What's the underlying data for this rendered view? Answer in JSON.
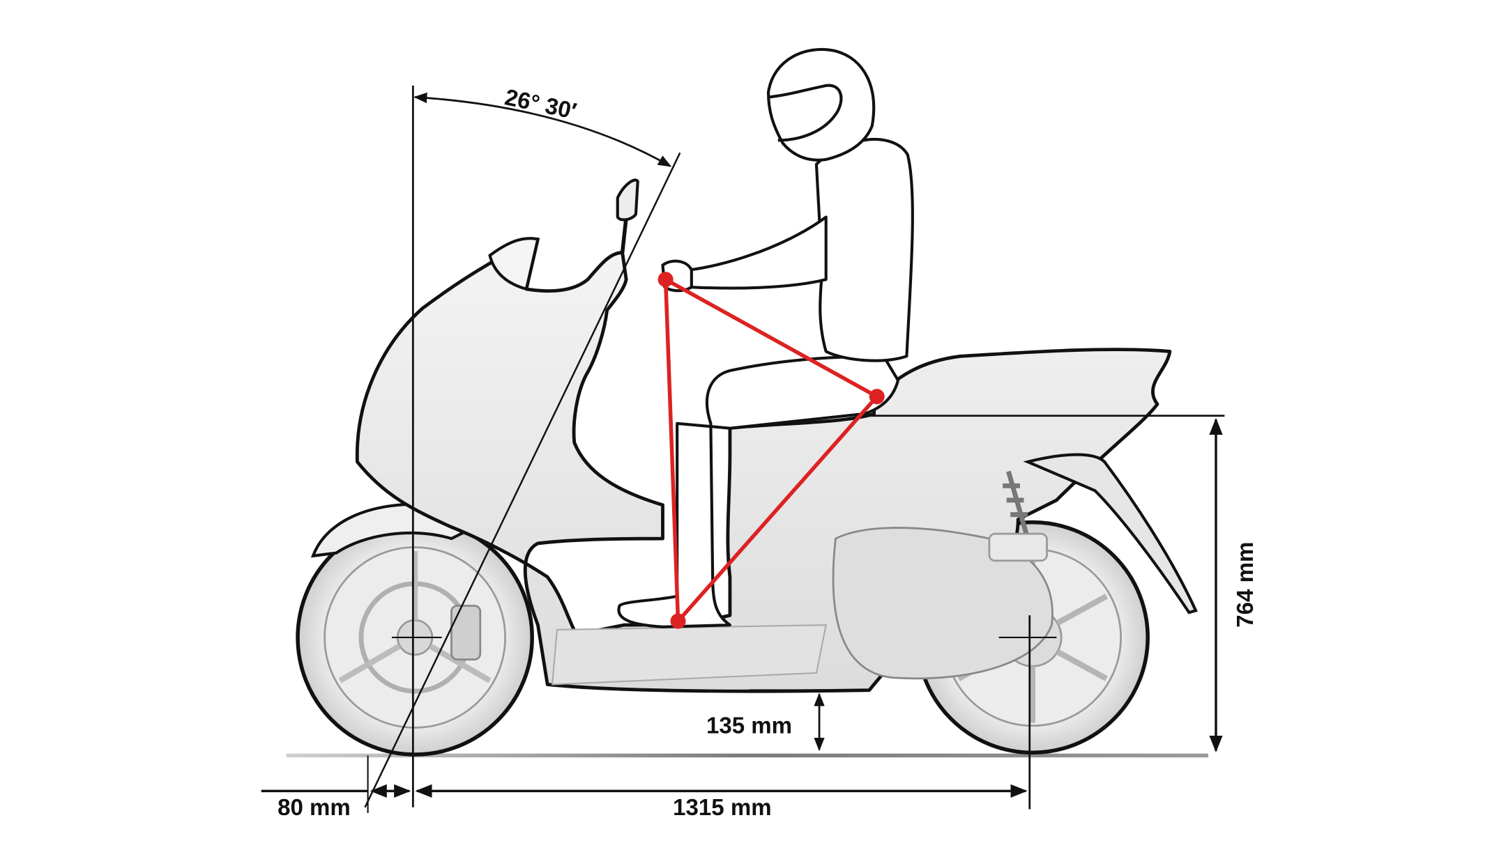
{
  "diagram": {
    "subject": "Scooter rider ergonomics and dimensions diagram",
    "colors": {
      "background": "#ffffff",
      "line": "#111111",
      "body_fill": "#e9e9e9",
      "body_shade": "#d4d4d4",
      "ground": "#8a8a8a",
      "ergonomic_triangle": "#dd2222"
    },
    "dimensions": {
      "caster_angle": {
        "label": "26° 30′"
      },
      "trail": {
        "label": "80 mm"
      },
      "wheelbase": {
        "label": "1315 mm"
      },
      "ground_clearance": {
        "label": "135 mm"
      },
      "seat_height": {
        "label": "764 mm"
      }
    },
    "ergonomic_triangle": {
      "points": [
        "handlebar-grip",
        "hip-seat",
        "foot-peg"
      ]
    }
  }
}
